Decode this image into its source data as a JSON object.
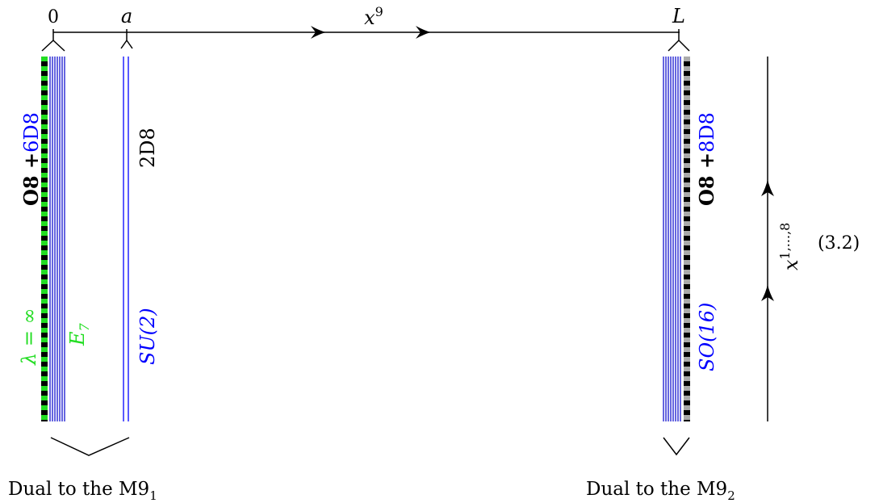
{
  "axis": {
    "origin_label": "0",
    "a_label": "a",
    "x9_base": "x",
    "x9_sup": "9",
    "L_label": "L",
    "vertical_base": "x",
    "vertical_sup": "1,...,8"
  },
  "left_wall": {
    "o8_label": "O8 +",
    "d8_label": "6D8",
    "lambda_label": "λ = ∞",
    "group_label": "E",
    "group_sub": "7",
    "stripe_accent": "#22dd22"
  },
  "a_branes": {
    "label": "2D8",
    "group_label": "SU(2)",
    "color": "#0000ff"
  },
  "right_wall": {
    "o8_label": "O8 +",
    "d8_label": "8D8",
    "group_label": "SO(16)",
    "stripe_accent": "#aaaaaa"
  },
  "equation_number": "(3.2)",
  "captions": {
    "left_text": "Dual to the M9",
    "left_sub": "1",
    "right_text": "Dual to the M9",
    "right_sub": "2"
  }
}
